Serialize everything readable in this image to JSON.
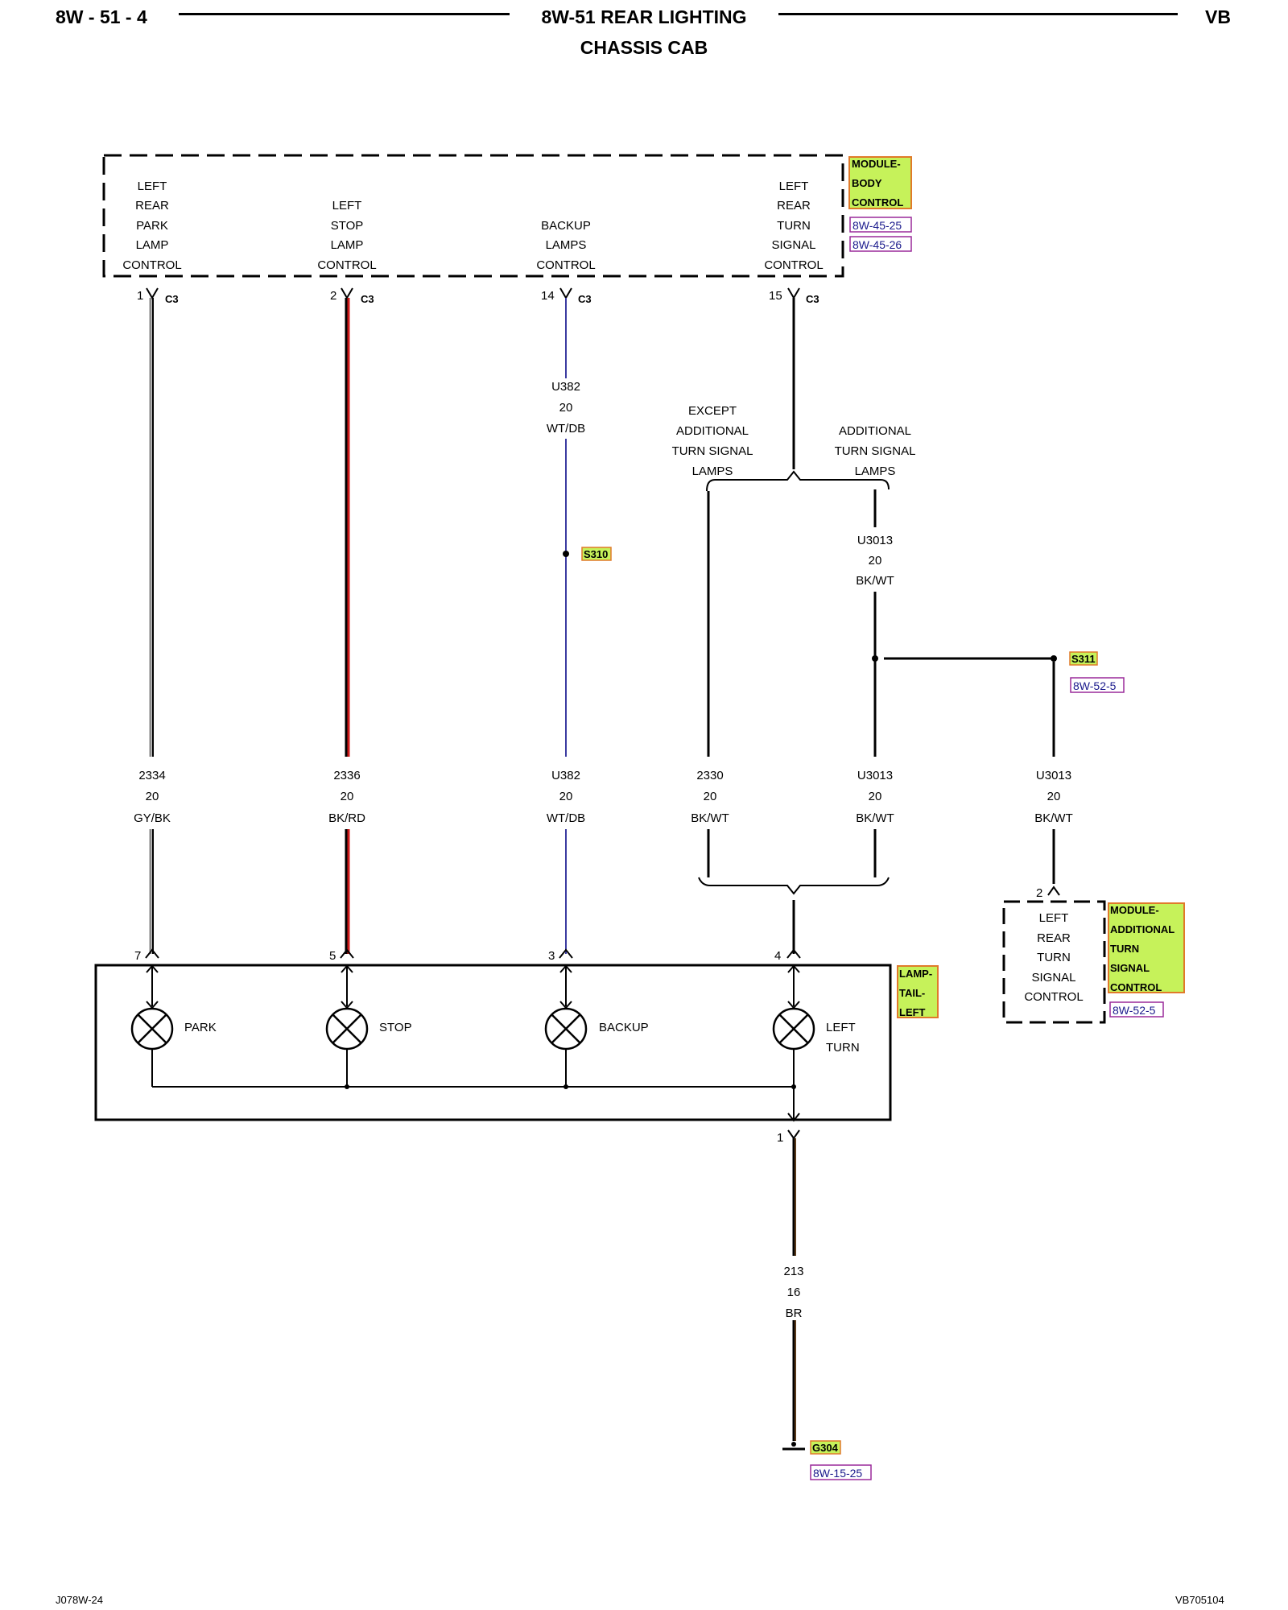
{
  "header": {
    "page_left": "8W - 51 - 4",
    "title_line1": "8W-51 REAR LIGHTING",
    "title_line2": "CHASSIS CAB",
    "page_right": "VB"
  },
  "footer": {
    "left": "J078W-24",
    "right": "VB705104"
  },
  "colors": {
    "label_fill": "#c6f25a",
    "label_border": "#e07a2a",
    "ref_border": "#9a2a9a",
    "wire_red": "#cc1a1a",
    "wire_blue": "#3a3aa0",
    "wire_gray": "#8a8a8a"
  },
  "bcm": {
    "name_lines": [
      "MODULE-",
      "BODY",
      "CONTROL"
    ],
    "refs": [
      "8W-45-25",
      "8W-45-26"
    ],
    "outputs": [
      {
        "lines": [
          "LEFT",
          "REAR",
          "PARK",
          "LAMP",
          "CONTROL"
        ],
        "pin": "1",
        "connector": "C3"
      },
      {
        "lines": [
          "LEFT",
          "STOP",
          "LAMP",
          "CONTROL"
        ],
        "pin": "2",
        "connector": "C3"
      },
      {
        "lines": [
          "BACKUP",
          "LAMPS",
          "CONTROL"
        ],
        "pin": "14",
        "connector": "C3"
      },
      {
        "lines": [
          "LEFT",
          "REAR",
          "TURN",
          "SIGNAL",
          "CONTROL"
        ],
        "pin": "15",
        "connector": "C3"
      }
    ]
  },
  "wires": {
    "backup_upper": [
      "U382",
      "20",
      "WT/DB"
    ],
    "turn_branch": [
      "U3013",
      "20",
      "BK/WT"
    ],
    "lower": [
      [
        "2334",
        "20",
        "GY/BK"
      ],
      [
        "2336",
        "20",
        "BK/RD"
      ],
      [
        "U382",
        "20",
        "WT/DB"
      ],
      [
        "2330",
        "20",
        "BK/WT"
      ],
      [
        "U3013",
        "20",
        "BK/WT"
      ],
      [
        "U3013",
        "20",
        "BK/WT"
      ]
    ],
    "ground": [
      "213",
      "16",
      "BR"
    ]
  },
  "branches": {
    "except": [
      "EXCEPT",
      "ADDITIONAL",
      "TURN SIGNAL",
      "LAMPS"
    ],
    "additional": [
      "ADDITIONAL",
      "TURN SIGNAL",
      "LAMPS"
    ]
  },
  "splices": {
    "s310": "S310",
    "s311": "S311",
    "s311_ref": "8W-52-5"
  },
  "ground": {
    "name": "G304",
    "ref": "8W-15-25"
  },
  "lamp": {
    "name_lines": [
      "LAMP-",
      "TAIL-",
      "LEFT"
    ],
    "pins": [
      "7",
      "5",
      "3",
      "4"
    ],
    "bulbs": [
      [
        "PARK"
      ],
      [
        "STOP"
      ],
      [
        "BACKUP"
      ],
      [
        "LEFT",
        "TURN"
      ]
    ],
    "ground_pin": "1"
  },
  "atsm": {
    "name_lines": [
      "MODULE-",
      "ADDITIONAL",
      "TURN",
      "SIGNAL",
      "CONTROL"
    ],
    "ref": "8W-52-5",
    "pin": "2",
    "lines": [
      "LEFT",
      "REAR",
      "TURN",
      "SIGNAL",
      "CONTROL"
    ]
  }
}
